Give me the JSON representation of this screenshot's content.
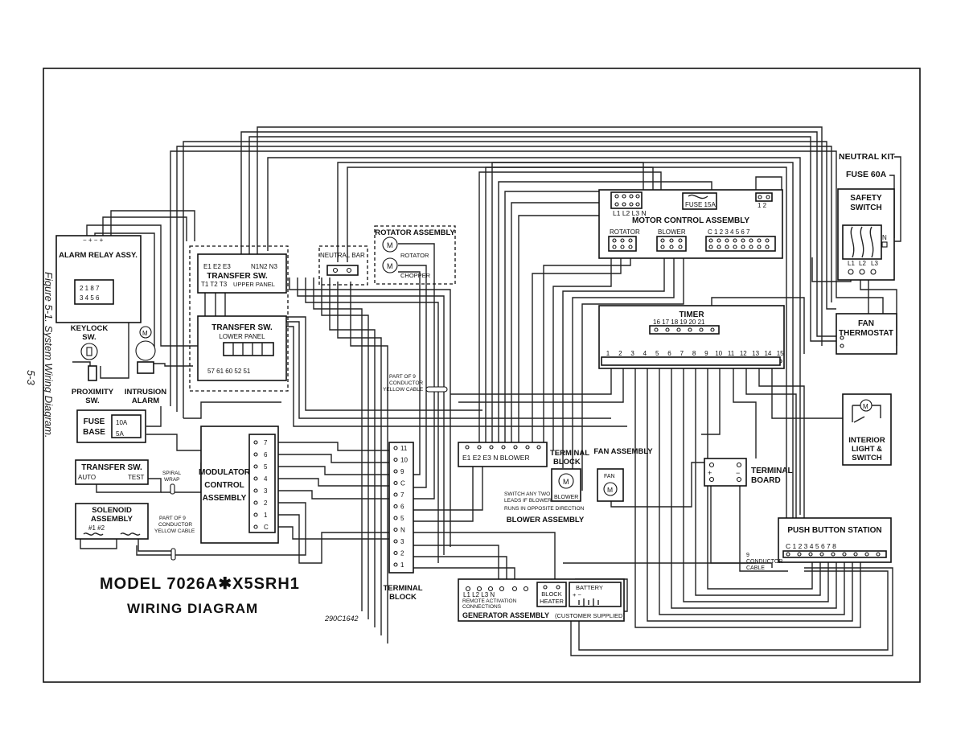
{
  "side_caption": {
    "figure": "Figure 5-1.  System Wiring Diagram.",
    "page": "5-3"
  },
  "title": {
    "model": "MODEL  7026A✱X5SRH1",
    "subtitle": "WIRING  DIAGRAM",
    "drawing_no": "290C1642"
  },
  "labels": {
    "neutral_kit": "NEUTRAL KIT",
    "fuse_60a": "FUSE 60A",
    "safety_switch": [
      "SAFETY",
      "SWITCH"
    ],
    "safety_terms": [
      "L1",
      "L2",
      "L3"
    ],
    "safety_n": "N",
    "motor_control": "MOTOR CONTROL ASSEMBLY",
    "mc_l": "L1 L2 L3  N",
    "mc_fuse": "FUSE  15A",
    "mc_12": "1  2",
    "mc_rotator": "ROTATOR",
    "mc_blower": "BLOWER",
    "mc_nums": "C  1  2  3  4  5  6  7",
    "fan_thermostat": [
      "FAN",
      "THERMOSTAT"
    ],
    "timer": "TIMER",
    "timer_top": "16  17  18  19  20  21",
    "timer_terms": [
      "1",
      "2",
      "3",
      "4",
      "5",
      "6",
      "7",
      "8",
      "9",
      "10",
      "11",
      "12",
      "13",
      "14",
      "15"
    ],
    "interior_light": [
      "INTERIOR",
      "LIGHT  &",
      "SWITCH"
    ],
    "terminal_board": [
      "TERMINAL",
      "BOARD"
    ],
    "tb_plus": "+",
    "tb_minus": "−",
    "push_button": "PUSH BUTTON STATION",
    "pb_terms": "C  1  2  3  4  5  6  7  8",
    "nine_cond_right": [
      "9",
      "CONDUCTOR",
      "CABLE"
    ],
    "alarm_relay": "ALARM RELAY ASSY.",
    "alarm_terms": "− + − +",
    "alarm_grid": [
      "2   1   8   7",
      "3   4   5   6"
    ],
    "keylock": [
      "KEYLOCK",
      "SW."
    ],
    "proximity": [
      "PROXIMITY",
      "SW."
    ],
    "intrusion": [
      "INTRUSION",
      "ALARM"
    ],
    "fuse_base": [
      "FUSE",
      "BASE"
    ],
    "fuse_10a": "10A",
    "fuse_5a": "5A",
    "transfer_lower_sw": "TRANSFER SW.",
    "transfer_auto": "AUTO",
    "transfer_test": "TEST",
    "spiral_wrap": [
      "SPIRAL",
      "WRAP"
    ],
    "solenoid": [
      "SOLENOID",
      "ASSEMBLY"
    ],
    "solenoid_nums": "#1          #2",
    "part9_left": [
      "PART OF 9",
      "CONDUCTOR",
      "YELLOW CABLE"
    ],
    "transfer_upper": "TRANSFER  SW.",
    "upper_terms": "E1 E2 E3",
    "upper_n": "N1N2 N3",
    "upper_t": "T1  T2 T3",
    "upper_panel": "UPPER PANEL",
    "transfer_lower": "TRANSFER SW.",
    "lower_panel": "LOWER PANEL",
    "lower_terms": "57    61  60     52  51",
    "neutral_bar": "NEUTRAL   BAR",
    "rotator_assembly": "ROTATOR ASSEMBLY",
    "rotator": "ROTATOR",
    "chopper": "CHOPPER",
    "part9_mid": [
      "PART OF 9",
      "CONDUCTOR",
      "YELLOW CABLE"
    ],
    "modulator": [
      "MODULATOR",
      "CONTROL",
      "ASSEMBLY"
    ],
    "mod_terms": [
      "7",
      "6",
      "5",
      "4",
      "3",
      "2",
      "1",
      "C"
    ],
    "tblock_terms": [
      "11",
      "10",
      "9",
      "C",
      "7",
      "6",
      "5",
      "N",
      "3",
      "2",
      "1"
    ],
    "terminal_block_bottom": [
      "TERMINAL",
      "BLOCK"
    ],
    "blower_tb": "E1  E2  E3   N    BLOWER",
    "terminal_block_right": [
      "TERMINAL",
      "BLOCK"
    ],
    "blower_note": [
      "SWITCH  ANY TWO",
      "LEADS IF BLOWER",
      "RUNS IN OPPOSITE DIRECTION"
    ],
    "blower_motor": "BLOWER",
    "blower_assembly": "BLOWER ASSEMBLY",
    "fan_assembly": "FAN ASSEMBLY",
    "fan": "FAN",
    "gen_terms": "L1   L2  L3    N",
    "remote": [
      "REMOTE ACTIVATION",
      "CONNECTIONS"
    ],
    "block_heater": [
      "BLOCK",
      "HEATER"
    ],
    "battery": "BATTERY",
    "battery_sign": "+              −",
    "generator": "GENERATOR ASSEMBLY",
    "customer": "(CUSTOMER SUPPLIED)",
    "motor_symbol": "M"
  }
}
